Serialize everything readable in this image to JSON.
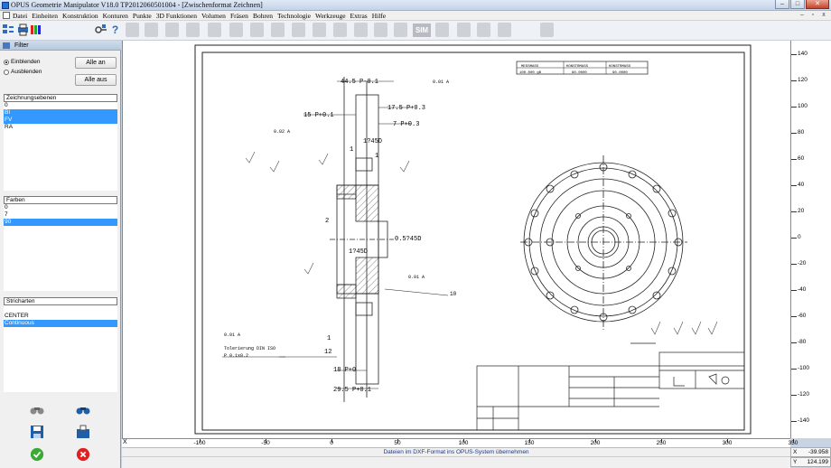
{
  "window": {
    "title": "OPUS Geometrie Manipulator V18.0   TP2012060501004   - [Zwischenformat Zeichnen]",
    "minimize": "–",
    "maximize": "□",
    "close": "✕"
  },
  "menu": {
    "items": [
      "Datei",
      "Einheiten",
      "Konstruktion",
      "Konturen",
      "Punkte",
      "3D Funktionen",
      "Volumen",
      "Fräsen",
      "Bohren",
      "Technologie",
      "Werkzeuge",
      "Extras",
      "Hilfe"
    ],
    "mdi_minimize": "–",
    "mdi_restore": "▫",
    "mdi_close": "x"
  },
  "toolbar": {
    "help": "?",
    "sim_label": "SIM"
  },
  "filter": {
    "title": "Filter",
    "show_label": "Einblenden",
    "hide_label": "Ausblenden",
    "all_on": "Alle an",
    "all_off": "Alle aus",
    "layers_label": "Zeichnungsebenen",
    "layers": [
      {
        "label": "0",
        "selected": false
      },
      {
        "label": "BI",
        "selected": true
      },
      {
        "label": "FV",
        "selected": true
      },
      {
        "label": "RA",
        "selected": false
      }
    ],
    "colors_label": "Farben",
    "colors": [
      {
        "label": "0",
        "selected": false
      },
      {
        "label": "7",
        "selected": false
      },
      {
        "label": "90",
        "selected": true
      }
    ],
    "linetypes_label": "Stricharten",
    "linetypes": [
      {
        "label": "CENTER",
        "selected": false
      },
      {
        "label": "Continuous",
        "selected": true
      }
    ]
  },
  "drawing": {
    "dims": {
      "d44": "44.5 P-0.1",
      "d15": "15 P+0.1",
      "d175": "17.5 P+0.3",
      "d7": "7 P+0.3",
      "d1745": "1?45D",
      "d1a": "1",
      "d1b": "1",
      "d2": "2",
      "d1745b": "1?45D",
      "d05": "0.5?45D",
      "d10": "10",
      "d1c": "1",
      "d12": "12",
      "d18": "18 P+0",
      "d295": "29.5 P+0.1",
      "tol1": "0.01 A",
      "tol2": "0.02 A",
      "tol3": "0.01 A",
      "tol4": "0.01 A",
      "note1": "Tolerierung DIN ISO",
      "note2": "P 0.1x0.2"
    },
    "table": {
      "h1": "MESSMASS",
      "h2": "KONSTRMASS",
      "h3": "KONSTRMASS",
      "v1": "100.000 gB",
      "v2": "90.0000",
      "v3": "90.0000"
    }
  },
  "rulers": {
    "x_label": "X",
    "x_ticks": [
      "-100",
      "-50",
      "0",
      "50",
      "100",
      "150",
      "200",
      "250",
      "300",
      "350"
    ],
    "y_ticks": [
      "140",
      "120",
      "100",
      "80",
      "60",
      "40",
      "20",
      "0",
      "-20",
      "-40",
      "-60",
      "-80",
      "-100",
      "-120",
      "-140"
    ]
  },
  "status": {
    "message": "Dateien im DXF-Format ins OPUS-System übernehmen",
    "x_axis": "X",
    "x_value": "-39.958",
    "y_axis": "Y",
    "y_value": "124.199"
  }
}
